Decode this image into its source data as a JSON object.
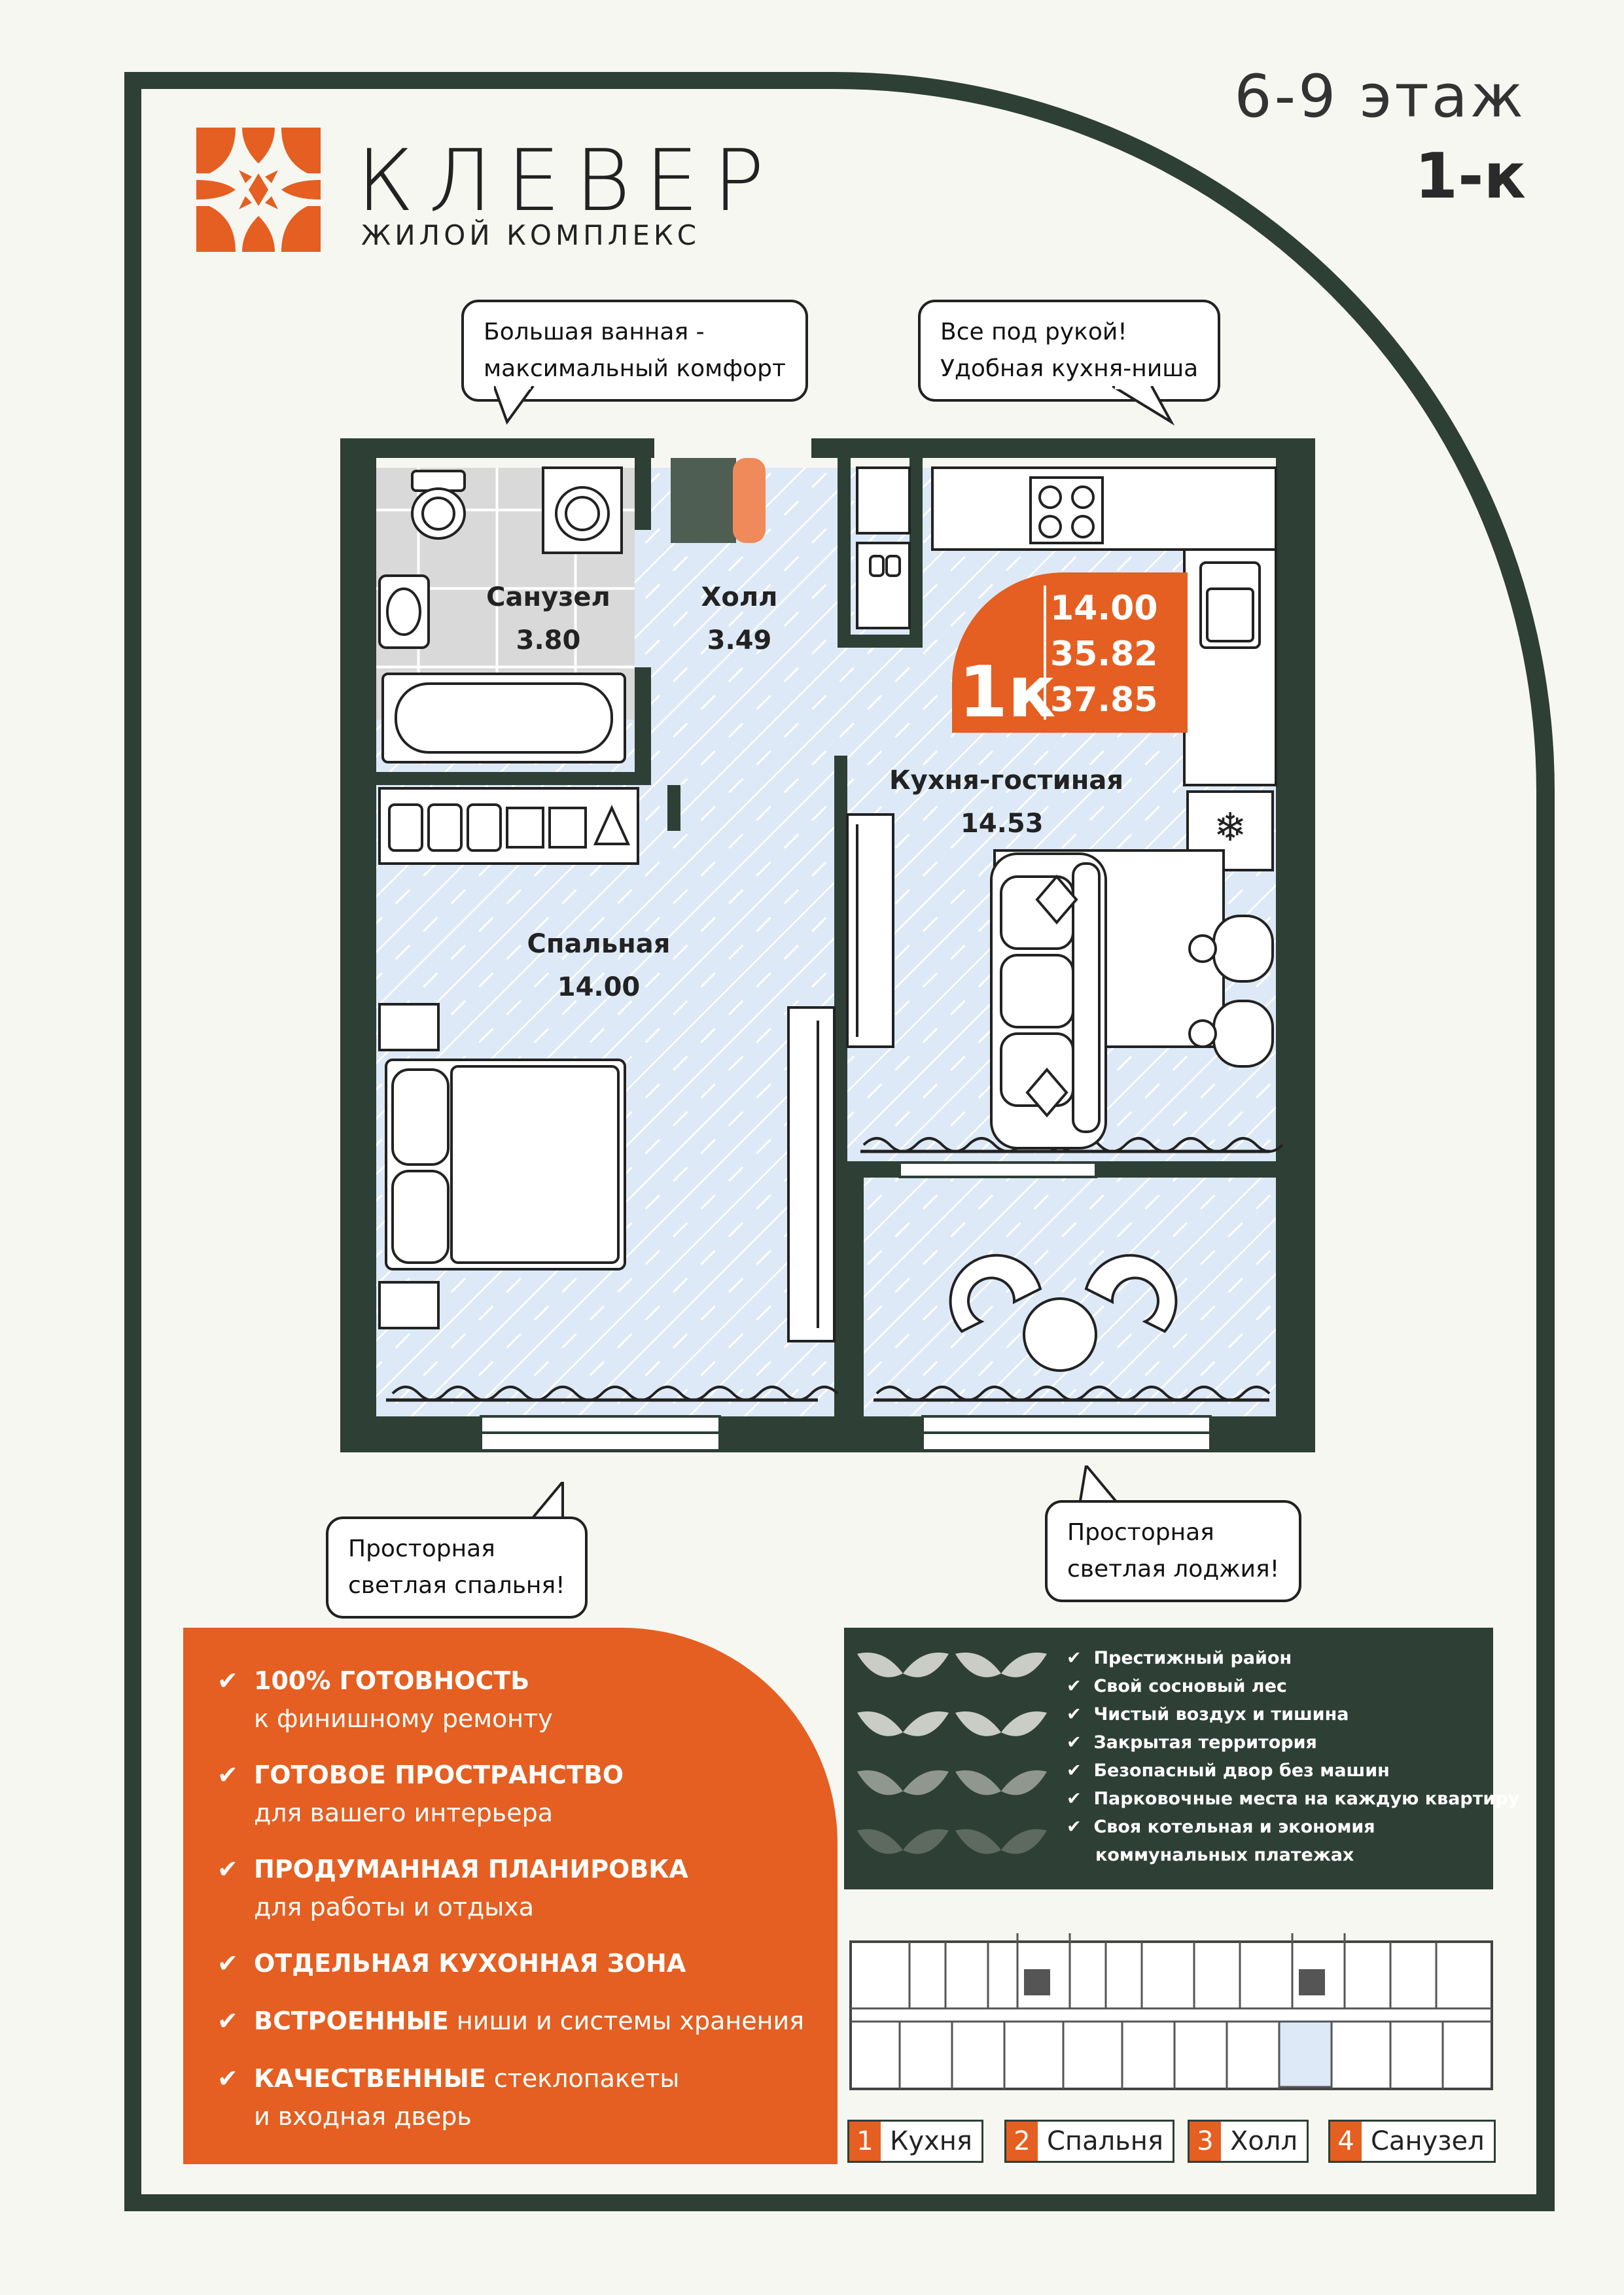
{
  "header": {
    "floor": "6-9 этаж",
    "apartment_type": "1-к"
  },
  "logo": {
    "title": "КЛЕВЕР",
    "subtitle": "ЖИЛОЙ КОМПЛЕКС",
    "icon": "clover-ornament-icon",
    "color": "#e45f21"
  },
  "callouts": {
    "bath": [
      "Большая ванная -",
      "максимальный комфорт"
    ],
    "kitchen": [
      "Все под рукой!",
      "Удобная кухня-ниша"
    ],
    "bedroom": [
      "Просторная",
      "светлая спальня!"
    ],
    "loggia": [
      "Просторная",
      "светлая лоджия!"
    ]
  },
  "rooms": {
    "bathroom": {
      "name": "Санузел",
      "area": "3.80"
    },
    "hall": {
      "name": "Холл",
      "area": "3.49"
    },
    "kitchen_living": {
      "name": "Кухня-гостиная",
      "area": "14.53"
    },
    "bedroom": {
      "name": "Спальная",
      "area": "14.00"
    }
  },
  "badge": {
    "type": "1к",
    "values": [
      "14.00",
      "35.82",
      "37.85"
    ]
  },
  "features": [
    {
      "strong": "100% ГОТОВНОСТЬ",
      "rest": "",
      "line2": "к финишному ремонту"
    },
    {
      "strong": "ГОТОВОЕ ПРОСТРАНСТВО",
      "rest": "",
      "line2": "для вашего интерьера"
    },
    {
      "strong": "ПРОДУМАННАЯ ПЛАНИРОВКА",
      "rest": "",
      "line2": "для работы и отдыха"
    },
    {
      "strong": "ОТДЕЛЬНАЯ КУХОННАЯ ЗОНА",
      "rest": "",
      "line2": ""
    },
    {
      "strong": "ВСТРОЕННЫЕ",
      "rest": " ниши и системы хранения",
      "line2": ""
    },
    {
      "strong": "КАЧЕСТВЕННЫЕ",
      "rest": " стеклопакеты",
      "line2": "и входная дверь"
    }
  ],
  "advantages": [
    "Престижный район",
    "Свой сосновый лес",
    "Чистый воздух и тишина",
    "Закрытая территория",
    "Безопасный двор без машин",
    "Парковочные места на каждую квартиру",
    "Своя котельная и экономия",
    "коммунальных платежах"
  ],
  "legend": [
    {
      "num": "1",
      "label": "Кухня"
    },
    {
      "num": "2",
      "label": "Спальня"
    },
    {
      "num": "3",
      "label": "Холл"
    },
    {
      "num": "4",
      "label": "Санузел"
    }
  ],
  "colors": {
    "accent": "#e45f21",
    "dark_green": "#2e3f35",
    "floor_blue": "#dde9f6",
    "bath_tile": "#d9d9d9"
  }
}
